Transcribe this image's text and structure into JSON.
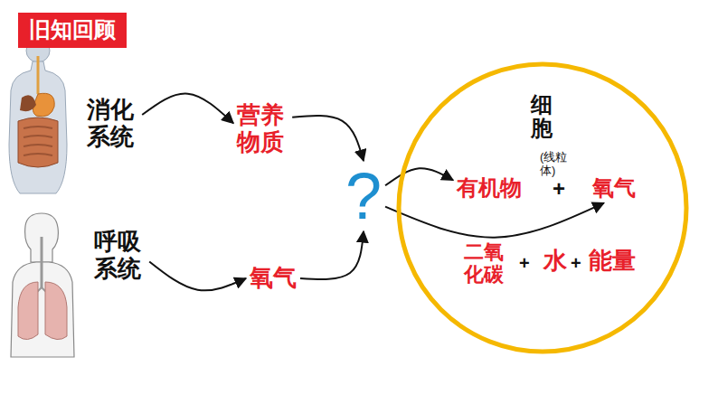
{
  "diagram": {
    "title": "旧知回顾",
    "nodes": [
      {
        "text": [
          "消化 系统"
        ]
      },
      {
        "text": [
          "营养 物质"
        ]
      },
      {
        "text": [
          "?"
        ]
      },
      {
        "text": [
          "呼吸 系统"
        ]
      },
      {
        "text": [
          "氧气"
        ]
      },
      {
        "text": [
          "细胞",
          "(线粒体)"
        ]
      },
      {
        "text": [
          "有机物"
        ],
        "in": 5
      },
      {
        "text": [
          "氧气"
        ],
        "in": 5
      },
      {
        "text": [
          "二氧 化碳"
        ],
        "in": 5
      },
      {
        "text": [
          "水"
        ],
        "in": 5
      },
      {
        "text": [
          "能量"
        ],
        "in": 5
      }
    ],
    "edges": [
      {
        "from": 0,
        "to": 1,
        "arrow": "to"
      },
      {
        "from": 1,
        "to": 2,
        "arrow": "to"
      },
      {
        "from": 3,
        "to": 4,
        "arrow": "to"
      },
      {
        "from": 4,
        "to": 2,
        "arrow": "to"
      },
      {
        "from": 2,
        "to": 6,
        "arrow": "to"
      },
      {
        "from": 2,
        "to": 7,
        "arrow": "to"
      }
    ],
    "labels": [
      "+",
      "+",
      "+"
    ]
  }
}
